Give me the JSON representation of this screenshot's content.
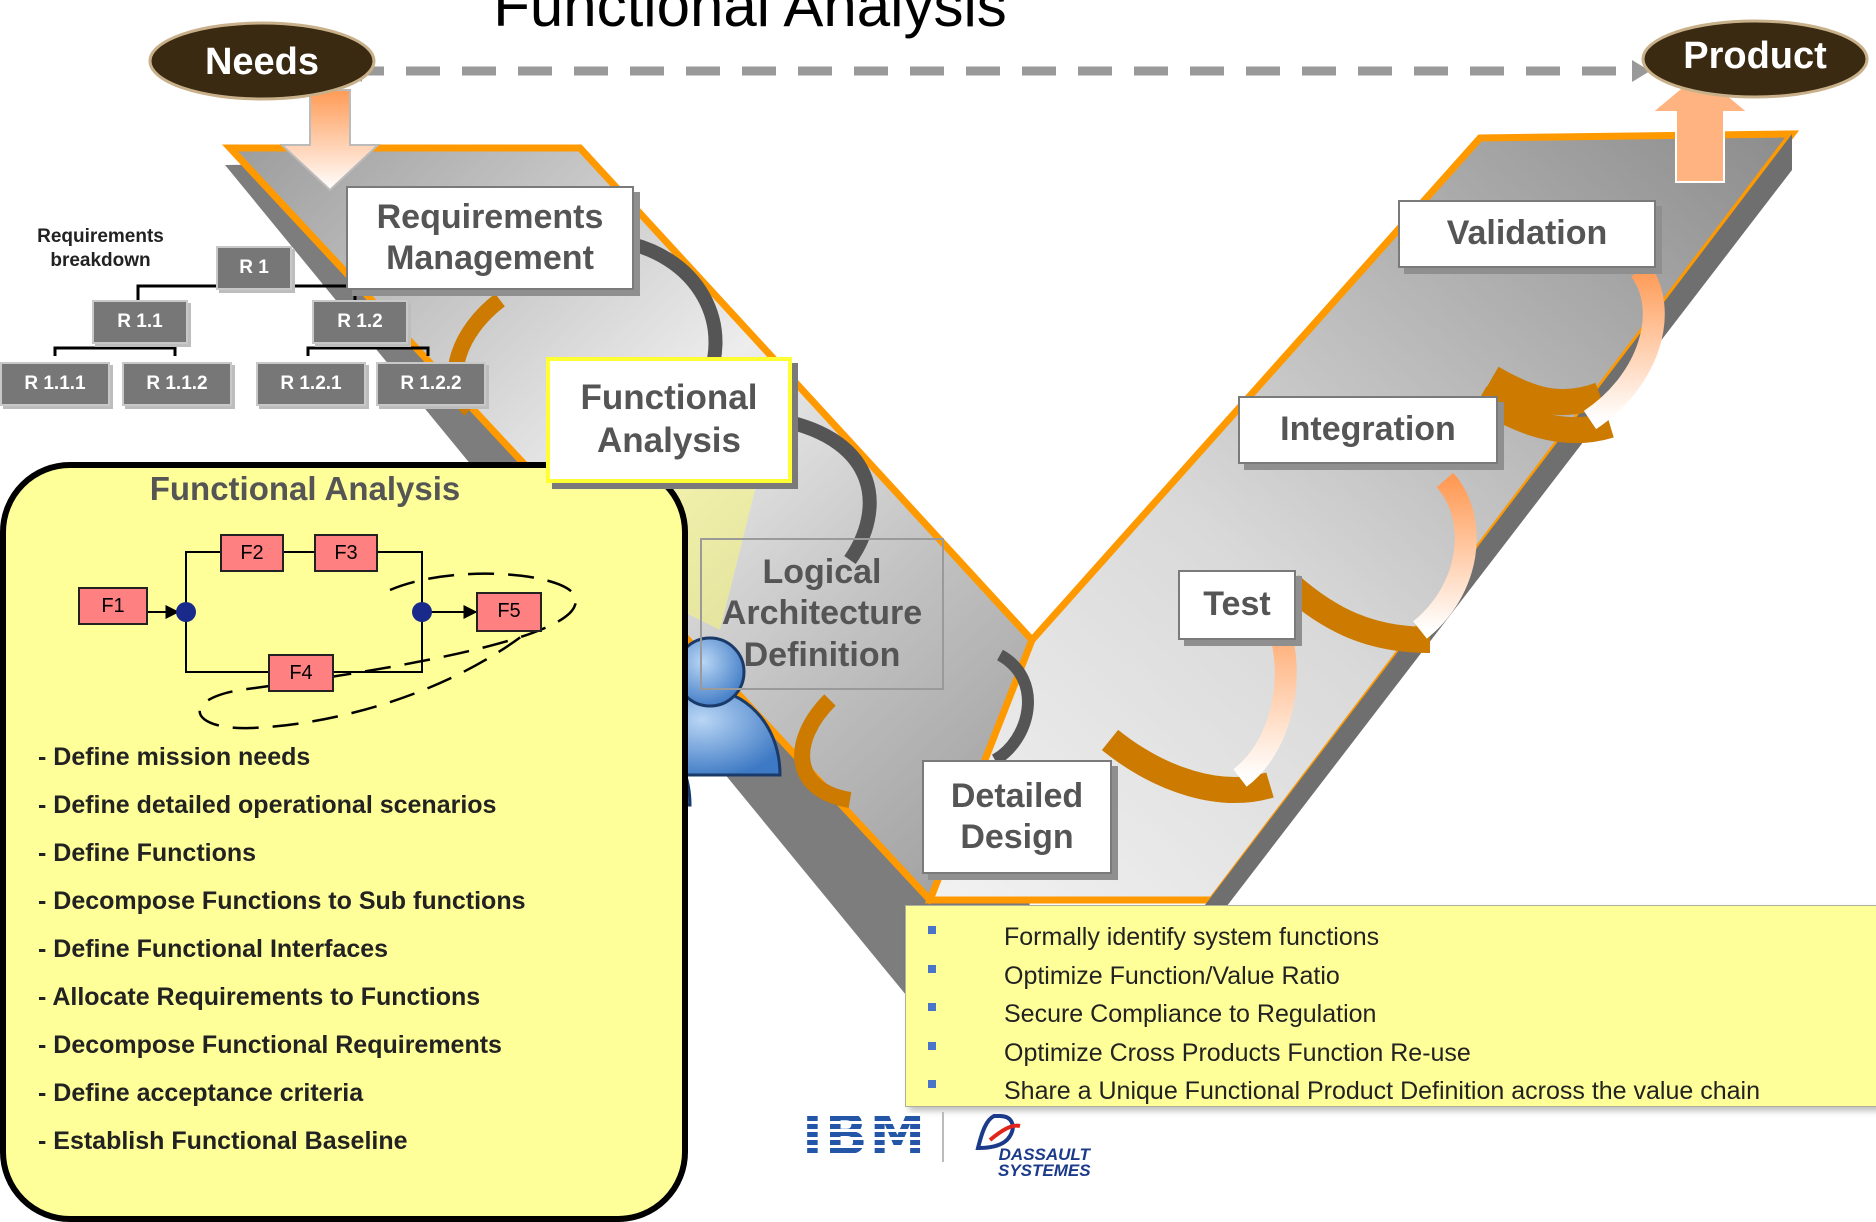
{
  "title": "Functional Analysis",
  "needs_label": "Needs",
  "product_label": "Product",
  "stages": {
    "requirements": "Requirements\nManagement",
    "functional": "Functional\nAnalysis",
    "logical": "Logical\nArchitecture\nDefinition",
    "detailed": "Detailed\nDesign",
    "test": "Test",
    "integration": "Integration",
    "validation": "Validation"
  },
  "tree": {
    "caption": "Requirements\nbreakdown",
    "nodes": [
      "R 1",
      "R 1.1",
      "R 1.2",
      "R 1.1.1",
      "R 1.1.2",
      "R 1.2.1",
      "R 1.2.2"
    ]
  },
  "fa_panel": {
    "title": "Functional Analysis",
    "functions": [
      "F1",
      "F2",
      "F3",
      "F4",
      "F5"
    ],
    "items": [
      "- Define mission needs",
      "- Define detailed operational scenarios",
      "- Define Functions",
      "- Decompose Functions to Sub functions",
      "- Define Functional Interfaces",
      "- Allocate Requirements to Functions",
      "- Decompose Functional Requirements",
      "- Define acceptance criteria",
      "- Establish Functional Baseline"
    ]
  },
  "benefits": [
    "Formally identify system functions",
    "Optimize Function/Value Ratio",
    "Secure Compliance to Regulation",
    "Optimize Cross Products Function Re-use",
    "Share a Unique Functional Product Definition across the value chain"
  ],
  "logos": {
    "ibm": "IBM",
    "dassault": "DASSAULT\nSYSTEMES"
  },
  "colors": {
    "accent_orange": "#ff9900",
    "note_yellow": "#ffff99",
    "highlight_yellow": "#ffff33",
    "node_gray": "#777777",
    "function_red": "#ff8080",
    "ellipse_dark": "#3a2a12"
  }
}
